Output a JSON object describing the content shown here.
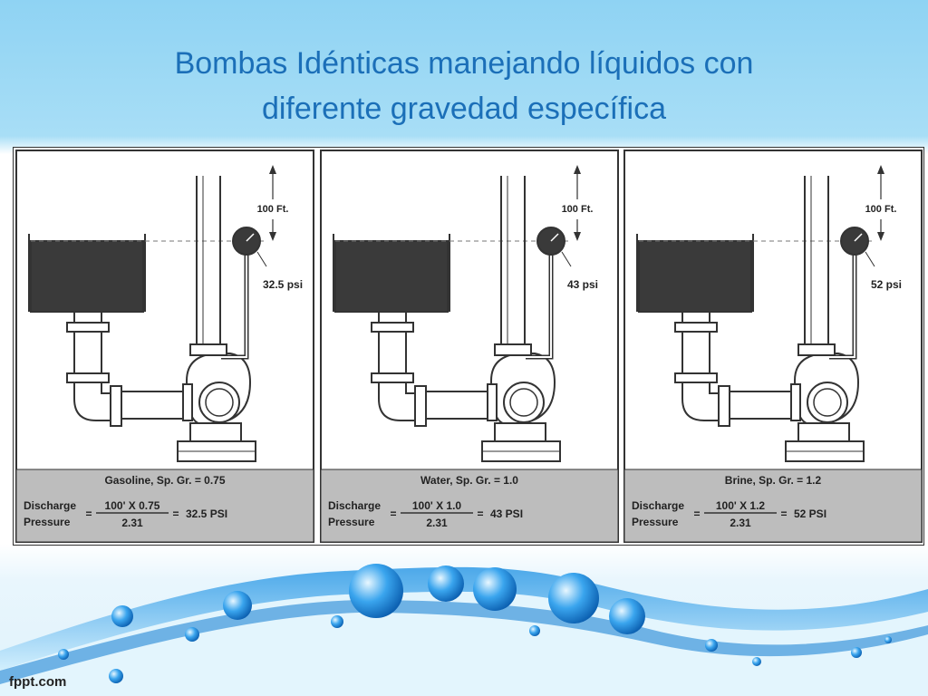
{
  "slide": {
    "title_line1": "Bombas Idénticas manejando líquidos con",
    "title_line2": "diferente gravedad específica",
    "footer": "fppt.com"
  },
  "panels": [
    {
      "height_label": "100 Ft.",
      "gauge_reading": "32.5 psi",
      "fluid_caption": "Gasoline, Sp. Gr. = 0.75",
      "formula_label_1": "Discharge",
      "formula_label_2": "Pressure",
      "equals_1": "=",
      "numerator": "100' X 0.75",
      "denominator": "2.31",
      "equals_2": "=",
      "result": "32.5 PSI"
    },
    {
      "height_label": "100 Ft.",
      "gauge_reading": "43 psi",
      "fluid_caption": "Water, Sp. Gr. = 1.0",
      "formula_label_1": "Discharge",
      "formula_label_2": "Pressure",
      "equals_1": "=",
      "numerator": "100' X 1.0",
      "denominator": "2.31",
      "equals_2": "=",
      "result": "43 PSI"
    },
    {
      "height_label": "100 Ft.",
      "gauge_reading": "52 psi",
      "fluid_caption": "Brine, Sp. Gr. = 1.2",
      "formula_label_1": "Discharge",
      "formula_label_2": "Pressure",
      "equals_1": "=",
      "numerator": "100' X 1.2",
      "denominator": "2.31",
      "equals_2": "=",
      "result": "52 PSI"
    }
  ],
  "icons": {
    "tank": "tank-icon",
    "pump": "centrifugal-pump-icon",
    "gauge": "pressure-gauge-icon",
    "waves": "water-wave-icon"
  },
  "colors": {
    "title": "#1b6fb8",
    "liquid": "#3a3a3a",
    "caption_band": "#bdbdbd",
    "wave_blue": "#1f86d6"
  }
}
